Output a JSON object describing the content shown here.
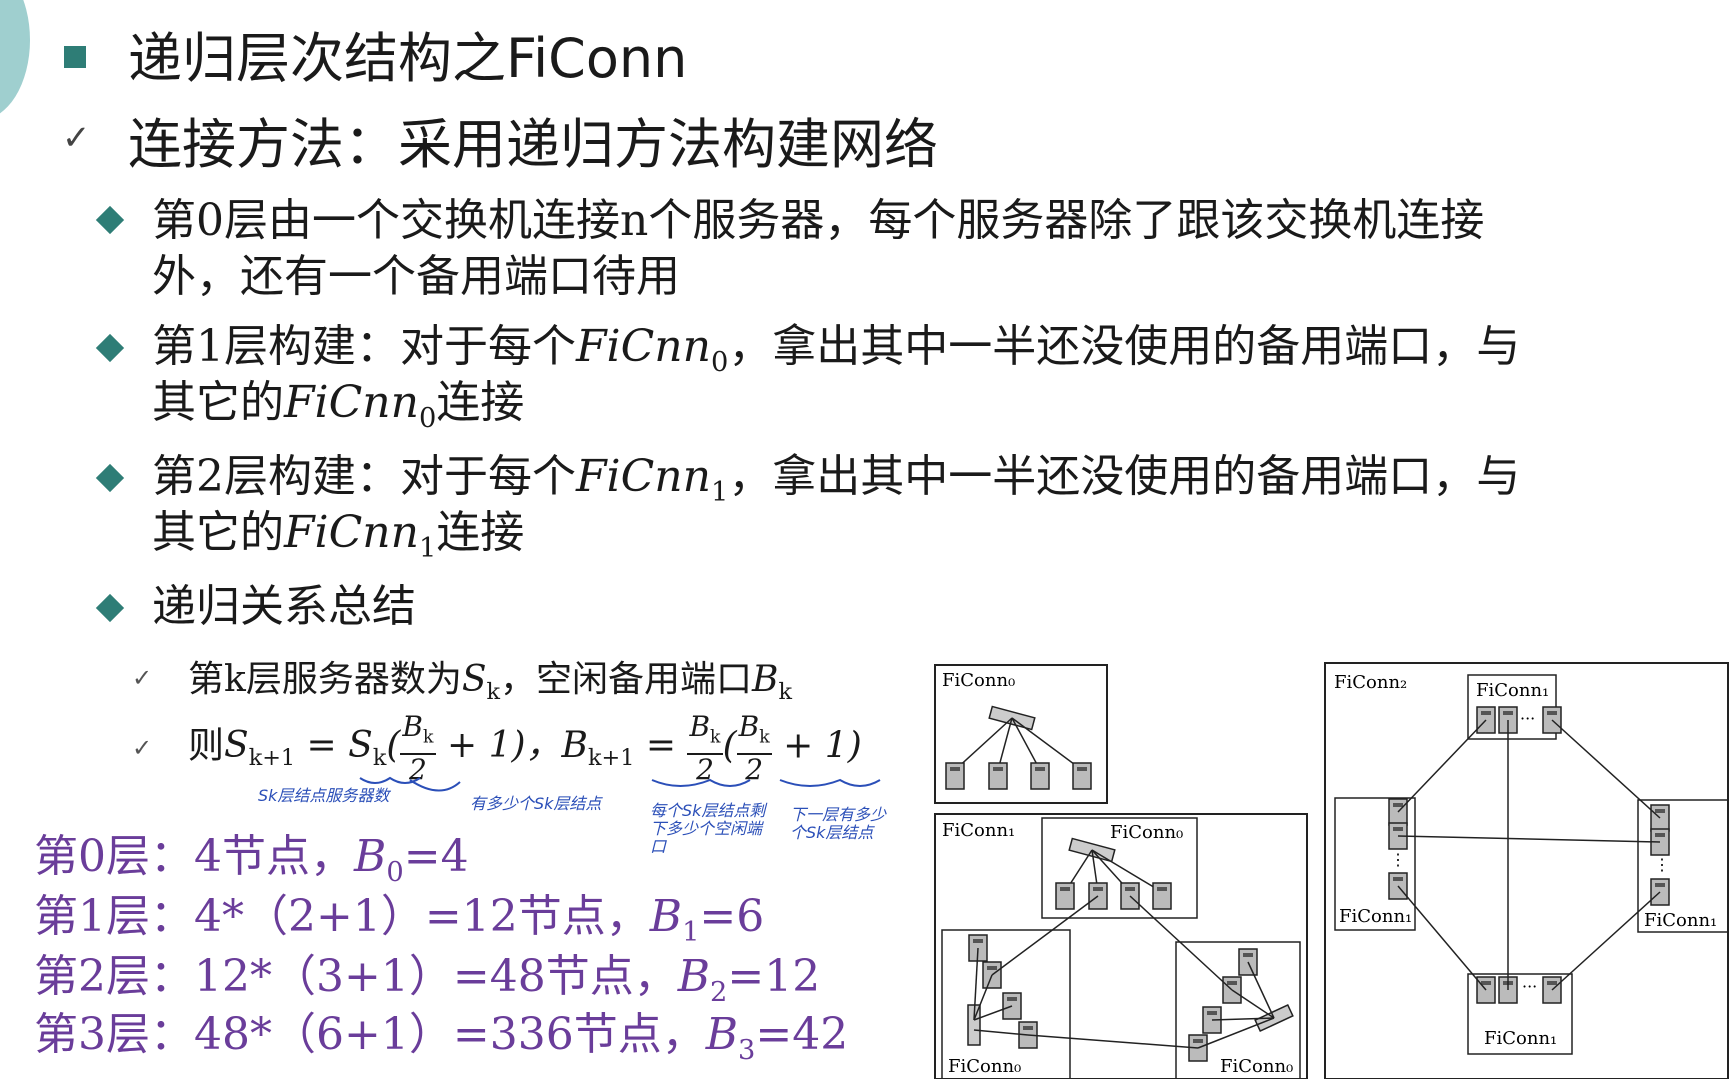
{
  "title": "递归层次结构之FiConn",
  "subtitle": "连接方法：采用递归方法构建网络",
  "bullets": [
    {
      "line1": "第0层由一个交换机连接n个服务器，每个服务器除了跟该交换机连接",
      "line2": "外，还有一个备用端口待用"
    },
    {
      "line1_a": "第1层构建：对于每个",
      "line1_b": "，拿出其中一半还没使用的备用端口，与",
      "line2_a": "其它的",
      "line2_b": "连接",
      "math": "FiCnn",
      "sub": "0"
    },
    {
      "line1_a": "第2层构建：对于每个",
      "line1_b": "，拿出其中一半还没使用的备用端口，与",
      "line2_a": "其它的",
      "line2_b": "连接",
      "math": "FiCnn",
      "sub": "1"
    },
    {
      "line1": "递归关系总结"
    }
  ],
  "checks": [
    {
      "a": "第k层服务器数为",
      "b": "，空闲备用端口"
    },
    {
      "a": "则"
    }
  ],
  "layers": [
    {
      "label": "第0层：",
      "expr": "4节点，",
      "b": "B",
      "sub": "0",
      "val": "=4"
    },
    {
      "label": "第1层：",
      "expr": "4*（2+1）=12节点，",
      "b": "B",
      "sub": "1",
      "val": "=6"
    },
    {
      "label": "第2层：",
      "expr": "12*（3+1）=48节点，",
      "b": "B",
      "sub": "2",
      "val": "=12"
    },
    {
      "label": "第3层：",
      "expr": "48*（6+1）=336节点，",
      "b": "B",
      "sub": "3",
      "val": "=42"
    }
  ],
  "handnotes": [
    "Sk层结点服务器数",
    "有多少个Sk层结点",
    "每个Sk层结点剩下多少个空闲端口",
    "下一层有多少个Sk层结点"
  ],
  "diagram": {
    "box0": "FiConn₀",
    "box1": "FiConn₁",
    "box1_inner_top": "FiConn₀",
    "box1_inner_bl": "FiConn₀",
    "box1_inner_br": "FiConn₀",
    "box2": "FiConn₂",
    "box2_top": "FiConn₁",
    "box2_left": "FiConn₁",
    "box2_right": "FiConn₁",
    "box2_bottom": "FiConn₁"
  },
  "colors": {
    "accent": "#2e7d76",
    "purple": "#6a3d9a",
    "hand": "#2b4fb8"
  }
}
